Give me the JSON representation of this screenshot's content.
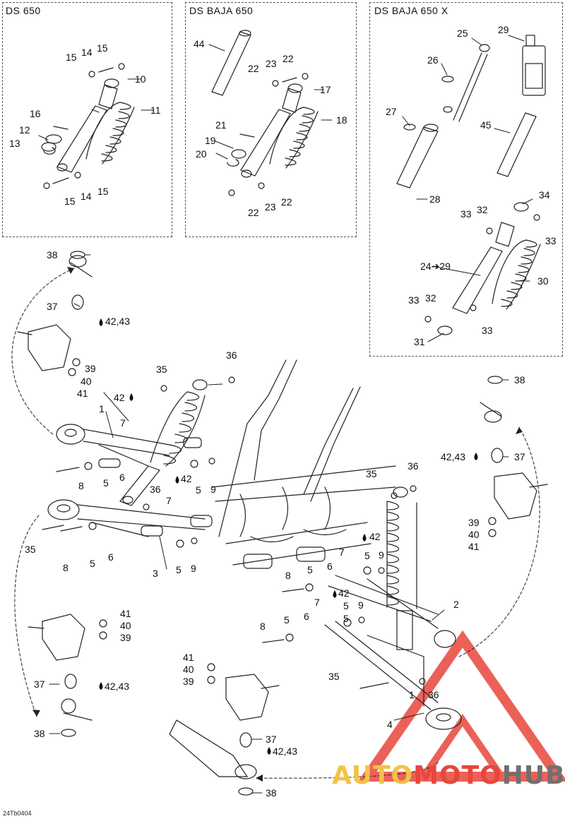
{
  "panels": [
    {
      "title": "DS 650"
    },
    {
      "title": "DS BAJA 650"
    },
    {
      "title": "DS BAJA 650 X"
    }
  ],
  "callouts": [
    {
      "id": "c01",
      "text": "15"
    },
    {
      "id": "c02",
      "text": "14"
    },
    {
      "id": "c03",
      "text": "15"
    },
    {
      "id": "c04",
      "text": "10"
    },
    {
      "id": "c05",
      "text": "16"
    },
    {
      "id": "c06",
      "text": "11"
    },
    {
      "id": "c07",
      "text": "12"
    },
    {
      "id": "c08",
      "text": "13"
    },
    {
      "id": "c09",
      "text": "15"
    },
    {
      "id": "c10",
      "text": "14"
    },
    {
      "id": "c11",
      "text": "15"
    },
    {
      "id": "c12",
      "text": "44"
    },
    {
      "id": "c13",
      "text": "22"
    },
    {
      "id": "c14",
      "text": "23"
    },
    {
      "id": "c15",
      "text": "22"
    },
    {
      "id": "c16",
      "text": "17"
    },
    {
      "id": "c17",
      "text": "21"
    },
    {
      "id": "c18",
      "text": "18"
    },
    {
      "id": "c19",
      "text": "19"
    },
    {
      "id": "c20",
      "text": "20"
    },
    {
      "id": "c21",
      "text": "22"
    },
    {
      "id": "c22",
      "text": "23"
    },
    {
      "id": "c23",
      "text": "22"
    },
    {
      "id": "c24",
      "text": "25"
    },
    {
      "id": "c25",
      "text": "29"
    },
    {
      "id": "c26",
      "text": "26"
    },
    {
      "id": "c27",
      "text": "27"
    },
    {
      "id": "c28",
      "text": "45"
    },
    {
      "id": "c29",
      "text": "28"
    },
    {
      "id": "c30",
      "text": "34"
    },
    {
      "id": "c31",
      "text": "33"
    },
    {
      "id": "c32",
      "text": "32"
    },
    {
      "id": "c33",
      "text": "33"
    },
    {
      "id": "c34",
      "text": "24➔29"
    },
    {
      "id": "c35",
      "text": "30"
    },
    {
      "id": "c36",
      "text": "33"
    },
    {
      "id": "c37",
      "text": "32"
    },
    {
      "id": "c38",
      "text": "33"
    },
    {
      "id": "c39",
      "text": "31"
    },
    {
      "id": "c40",
      "text": "38"
    },
    {
      "id": "c41",
      "text": "37"
    },
    {
      "id": "c42",
      "text": "42,43"
    },
    {
      "id": "c43",
      "text": "39"
    },
    {
      "id": "c44",
      "text": "40"
    },
    {
      "id": "c45",
      "text": "41"
    },
    {
      "id": "c46",
      "text": "36"
    },
    {
      "id": "c47",
      "text": "35"
    },
    {
      "id": "c48",
      "text": "42"
    },
    {
      "id": "c49",
      "text": "1"
    },
    {
      "id": "c50",
      "text": "7"
    },
    {
      "id": "c51",
      "text": "6"
    },
    {
      "id": "c52",
      "text": "8"
    },
    {
      "id": "c53",
      "text": "5"
    },
    {
      "id": "c54",
      "text": "36"
    },
    {
      "id": "c55",
      "text": "42"
    },
    {
      "id": "c56",
      "text": "7"
    },
    {
      "id": "c57",
      "text": "5"
    },
    {
      "id": "c58",
      "text": "9"
    },
    {
      "id": "c59",
      "text": "35"
    },
    {
      "id": "c60",
      "text": "8"
    },
    {
      "id": "c61",
      "text": "5"
    },
    {
      "id": "c62",
      "text": "6"
    },
    {
      "id": "c63",
      "text": "3"
    },
    {
      "id": "c64",
      "text": "5"
    },
    {
      "id": "c65",
      "text": "9"
    },
    {
      "id": "c66",
      "text": "38"
    },
    {
      "id": "c67",
      "text": "42,43"
    },
    {
      "id": "c68",
      "text": "37"
    },
    {
      "id": "c69",
      "text": "39"
    },
    {
      "id": "c70",
      "text": "40"
    },
    {
      "id": "c71",
      "text": "41"
    },
    {
      "id": "c72",
      "text": "35"
    },
    {
      "id": "c73",
      "text": "36"
    },
    {
      "id": "c74",
      "text": "42"
    },
    {
      "id": "c75",
      "text": "7"
    },
    {
      "id": "c76",
      "text": "5"
    },
    {
      "id": "c77",
      "text": "9"
    },
    {
      "id": "c78",
      "text": "8"
    },
    {
      "id": "c79",
      "text": "5"
    },
    {
      "id": "c80",
      "text": "6"
    },
    {
      "id": "c81",
      "text": "42"
    },
    {
      "id": "c82",
      "text": "5"
    },
    {
      "id": "c83",
      "text": "2"
    },
    {
      "id": "c84",
      "text": "7"
    },
    {
      "id": "c85",
      "text": "5"
    },
    {
      "id": "c86",
      "text": "9"
    },
    {
      "id": "c87",
      "text": "8"
    },
    {
      "id": "c88",
      "text": "5"
    },
    {
      "id": "c89",
      "text": "6"
    },
    {
      "id": "c90",
      "text": "41"
    },
    {
      "id": "c91",
      "text": "40"
    },
    {
      "id": "c92",
      "text": "39"
    },
    {
      "id": "c93",
      "text": "37"
    },
    {
      "id": "c94",
      "text": "42,43"
    },
    {
      "id": "c95",
      "text": "38"
    },
    {
      "id": "c96",
      "text": "41"
    },
    {
      "id": "c97",
      "text": "40"
    },
    {
      "id": "c98",
      "text": "39"
    },
    {
      "id": "c99",
      "text": "35"
    },
    {
      "id": "c100",
      "text": "36"
    },
    {
      "id": "c101",
      "text": "1"
    },
    {
      "id": "c102",
      "text": "4"
    },
    {
      "id": "c103",
      "text": "37"
    },
    {
      "id": "c104",
      "text": "42,43"
    },
    {
      "id": "c105",
      "text": "38"
    }
  ],
  "drawing_code": "24Tb0404",
  "watermark": {
    "part1": "AUTO",
    "part2": "MOTO",
    "part3": "HUB",
    "color_primary": "#f3c24a",
    "color_secondary": "#707070",
    "triangle_color": "#e8463c"
  },
  "line_color": "#222222"
}
